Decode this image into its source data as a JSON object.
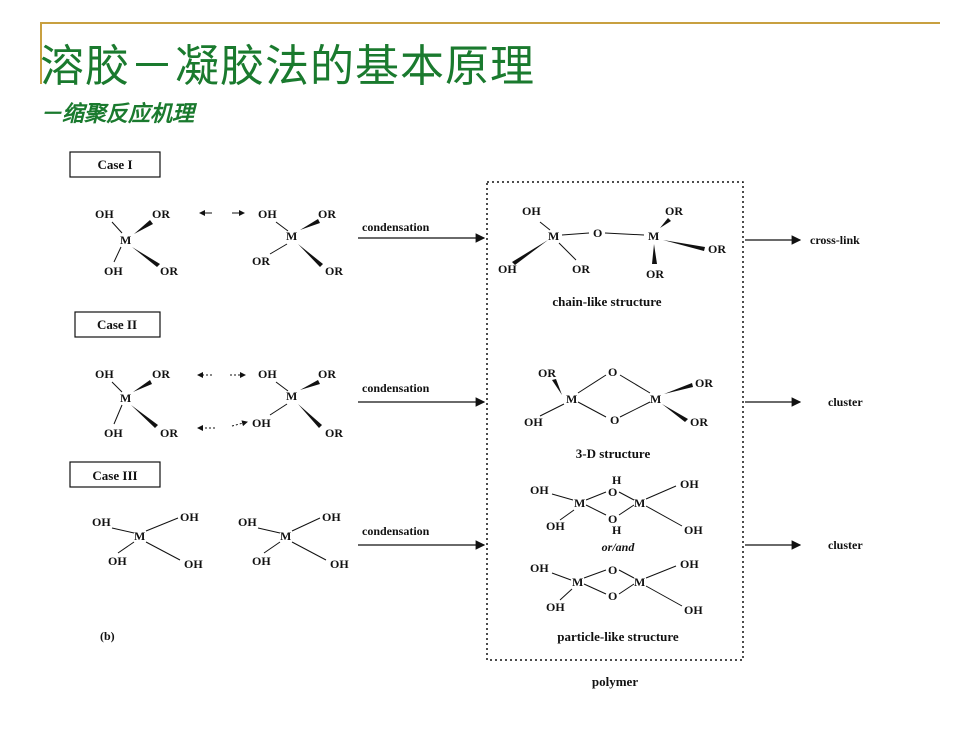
{
  "slide": {
    "title": "溶胶－凝胶法的基本原理",
    "subtitle": "－缩聚反应机理"
  },
  "diagram": {
    "cases": [
      "Case I",
      "Case II",
      "Case III"
    ],
    "arrow_label": "condensation",
    "products": {
      "case1": "cross-link",
      "case2": "cluster",
      "case3": "cluster"
    },
    "structures": {
      "chain": "chain-like structure",
      "threeD": "3-D structure",
      "or_and": "or/and",
      "particle": "particle-like structure"
    },
    "box_label": "polymer",
    "figure_label": "(b)",
    "atoms": {
      "M": "M",
      "O": "O",
      "H": "H",
      "OH": "OH",
      "OR": "OR"
    }
  }
}
